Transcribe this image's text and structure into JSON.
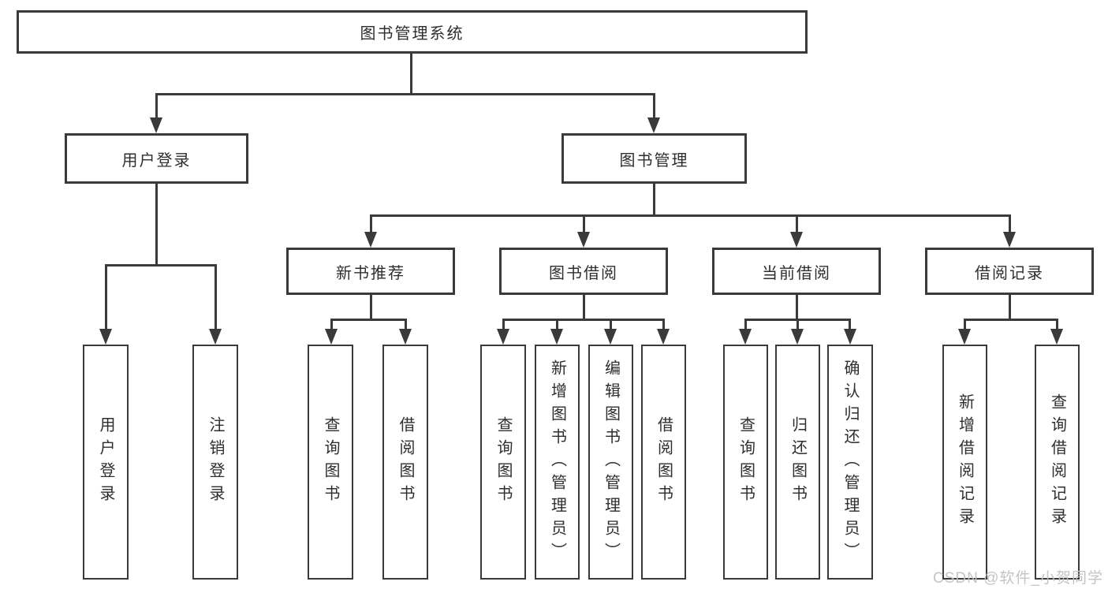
{
  "colors": {
    "background": "#ffffff",
    "line": "#3a3a3a",
    "box_border": "#3a3a3a",
    "text": "#2e2e2e",
    "watermark": "#c1c1c1"
  },
  "watermark": {
    "text": "CSDN @软件_小贺同学"
  },
  "tree": {
    "root": {
      "label": "图书管理系统"
    },
    "branches": [
      {
        "label": "用户登录",
        "children": [
          {
            "label": "用户登录"
          },
          {
            "label": "注销登录"
          }
        ]
      },
      {
        "label": "图书管理",
        "children": [
          {
            "label": "新书推荐",
            "children": [
              {
                "label": "查询图书"
              },
              {
                "label": "借阅图书"
              }
            ]
          },
          {
            "label": "图书借阅",
            "children": [
              {
                "label": "查询图书"
              },
              {
                "label": "新增图书（管理员）"
              },
              {
                "label": "编辑图书（管理员）"
              },
              {
                "label": "借阅图书"
              }
            ]
          },
          {
            "label": "当前借阅",
            "children": [
              {
                "label": "查询图书"
              },
              {
                "label": "归还图书"
              },
              {
                "label": "确认归还（管理员）"
              }
            ]
          },
          {
            "label": "借阅记录",
            "children": [
              {
                "label": "新增借阅记录"
              },
              {
                "label": "查询借阅记录"
              }
            ]
          }
        ]
      }
    ]
  }
}
